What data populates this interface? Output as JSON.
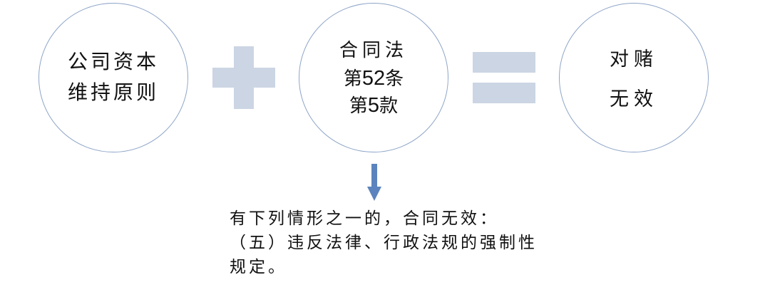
{
  "diagram": {
    "colors": {
      "circle_border": "#8EA5C8",
      "operator_fill": "#CBD5E3",
      "arrow_fill": "#5B84BE",
      "text": "#111111"
    },
    "nodes": [
      {
        "id": "capital-maintenance",
        "lines": [
          "公司资本",
          "维持原则"
        ]
      },
      {
        "id": "contract-law-art52",
        "lines": [
          "合同法",
          "第",
          "52",
          "条",
          "第",
          "5",
          "款"
        ],
        "line1": "合同法",
        "line2_prefix": "第",
        "line2_number": "52",
        "line2_suffix": "条",
        "line3_prefix": "第",
        "line3_number": "5",
        "line3_suffix": "款"
      },
      {
        "id": "vam-invalid",
        "lines": [
          "对赌",
          "无效"
        ]
      }
    ],
    "operators": {
      "plus": "plus-icon",
      "equals": "equals-icon",
      "arrow": "arrow-down-icon"
    },
    "explanation": {
      "lines": [
        "有下列情形之一的，合同无效：",
        "（五）违反法律、行政法规的强制性",
        "规定。"
      ]
    }
  }
}
